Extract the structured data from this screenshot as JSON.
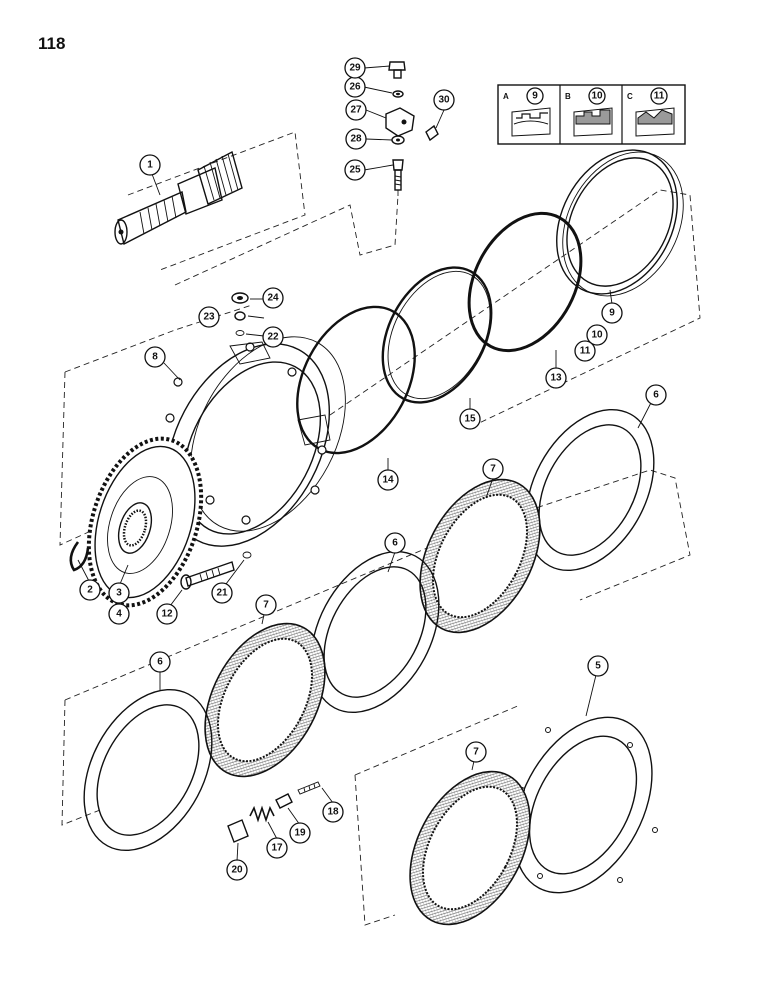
{
  "page_number": "118",
  "inset": {
    "panels": [
      {
        "letter": "A",
        "callout": "9"
      },
      {
        "letter": "B",
        "callout": "10"
      },
      {
        "letter": "C",
        "callout": "11"
      }
    ]
  },
  "callouts": {
    "c1": "1",
    "c2": "2",
    "c3": "3",
    "c4": "4",
    "c5": "5",
    "c6a": "6",
    "c6b": "6",
    "c6c": "6",
    "c7a": "7",
    "c7b": "7",
    "c7c": "7",
    "c8": "8",
    "c9": "9",
    "c10": "10",
    "c11": "11",
    "c12": "12",
    "c13": "13",
    "c14": "14",
    "c15": "15",
    "c17": "17",
    "c18": "18",
    "c19": "19",
    "c20": "20",
    "c21": "21",
    "c22": "22",
    "c23": "23",
    "c24": "24",
    "c25": "25",
    "c26": "26",
    "c27": "27",
    "c28": "28",
    "c29": "29",
    "c30": "30"
  }
}
